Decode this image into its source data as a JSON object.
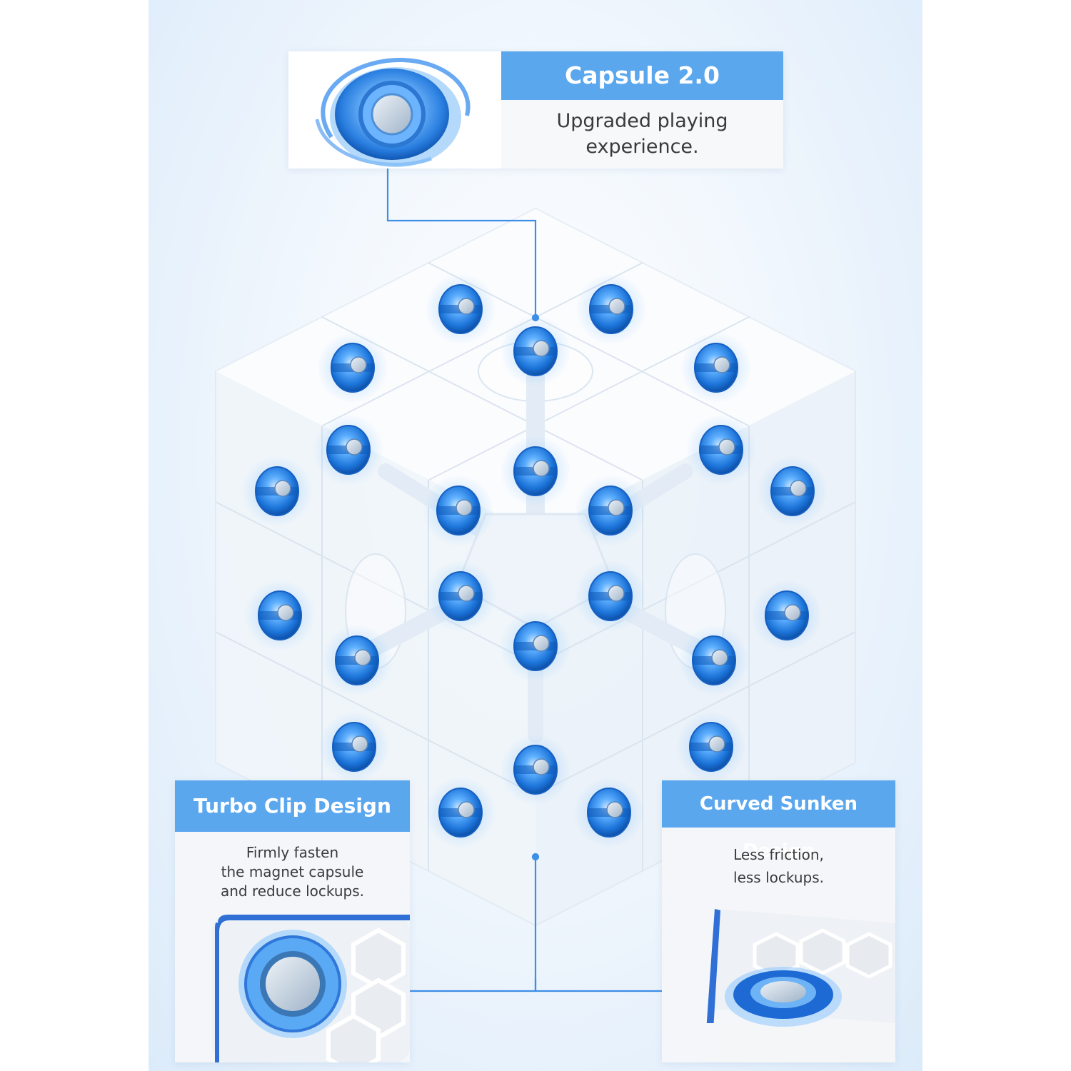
{
  "capsule": {
    "title": "Capsule 2.0",
    "description": "Upgraded playing\nexperience."
  },
  "turbo": {
    "title": "Turbo Clip Design",
    "description": "Firmly fasten\nthe magnet capsule\nand reduce lockups."
  },
  "curved": {
    "title": "Curved Sunken Design",
    "description": "Less friction,\nless lockups."
  },
  "colors": {
    "accent": "#5aa7ee",
    "magnet": "#1f7fe0",
    "connector": "#3d8ee6"
  }
}
